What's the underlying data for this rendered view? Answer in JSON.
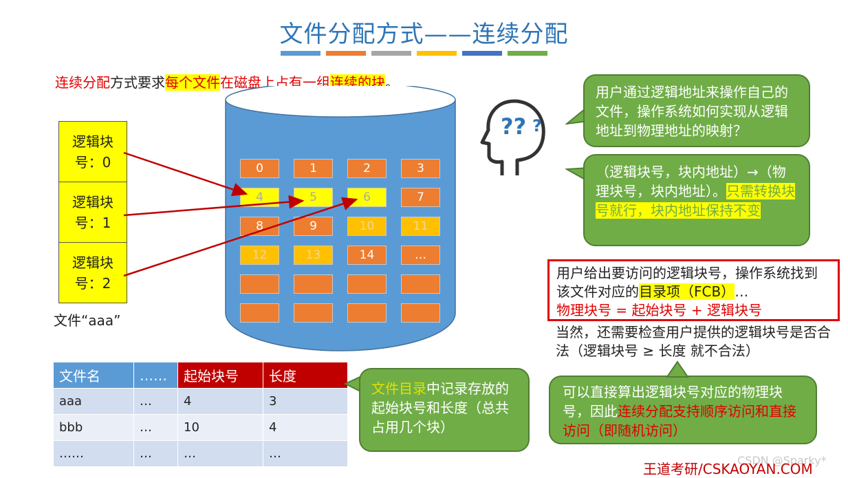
{
  "title": "文件分配方式——连续分配",
  "color_bars": [
    "#5b9bd5",
    "#ed7d31",
    "#a5a5a5",
    "#ffc000",
    "#4472c4",
    "#70ad47"
  ],
  "intro": {
    "part1": "连续分配",
    "part2": "方式要求",
    "part3": "每个文件",
    "part4": "在磁盘上占有一组",
    "part5": "连续的块",
    "part6": "。"
  },
  "logical_blocks": [
    {
      "line1": "逻辑块",
      "line2": "号：0"
    },
    {
      "line1": "逻辑块",
      "line2": "号：1"
    },
    {
      "line1": "逻辑块",
      "line2": "号：2"
    }
  ],
  "file_label": "文件“aaa”",
  "disk_blocks": [
    {
      "label": "0",
      "style": "orange"
    },
    {
      "label": "1",
      "style": "orange"
    },
    {
      "label": "2",
      "style": "orange"
    },
    {
      "label": "3",
      "style": "orange"
    },
    {
      "label": "4",
      "style": "yellow"
    },
    {
      "label": "5",
      "style": "yellow"
    },
    {
      "label": "6",
      "style": "yellow"
    },
    {
      "label": "7",
      "style": "orange"
    },
    {
      "label": "8",
      "style": "orange"
    },
    {
      "label": "9",
      "style": "orange"
    },
    {
      "label": "10",
      "style": "gold"
    },
    {
      "label": "11",
      "style": "gold"
    },
    {
      "label": "12",
      "style": "gold"
    },
    {
      "label": "13",
      "style": "gold"
    },
    {
      "label": "14",
      "style": "orange"
    },
    {
      "label": "…",
      "style": "orange"
    },
    {
      "label": "",
      "style": "orange"
    },
    {
      "label": "",
      "style": "orange"
    },
    {
      "label": "",
      "style": "orange"
    },
    {
      "label": "",
      "style": "orange"
    },
    {
      "label": "",
      "style": "orange"
    },
    {
      "label": "",
      "style": "orange"
    },
    {
      "label": "",
      "style": "orange"
    },
    {
      "label": "",
      "style": "orange"
    }
  ],
  "table": {
    "headers": [
      "文件名",
      "……",
      "起始块号",
      "长度"
    ],
    "rows": [
      [
        "aaa",
        "…",
        "4",
        "3"
      ],
      [
        "bbb",
        "…",
        "10",
        "4"
      ],
      [
        "……",
        "…",
        "…",
        "…"
      ]
    ]
  },
  "bubble_dir": {
    "hl": "文件目录",
    "rest": "中记录存放的起始块号和长度（总共占用几个块）"
  },
  "bubble_q": "用户通过逻辑地址来操作自己的文件，操作系统如何实现从逻辑地址到物理地址的映射？",
  "bubble_map": {
    "plain": "（逻辑块号，块内地址）→（物理块号，块内地址）。",
    "hl": "只需转换块号就行，块内地址保持不变"
  },
  "redbox": {
    "l1a": "用户给出要访问的逻辑块号，操作系统找到该文件对应的",
    "l1hl": "目录项（FCB）",
    "l1b": "…",
    "l2": "物理块号 = 起始块号 + 逻辑块号"
  },
  "check_text": "当然，还需要检查用户提供的逻辑块号是否合法（逻辑块号 ≥ 长度 就不合法）",
  "bubble_access": {
    "plain": "可以直接算出逻辑块号对应的物理块号，因此",
    "red": "连续分配支持顺序访问和直接访问（即随机访问）"
  },
  "footer": "王道考研/CSKAOYAN.COM",
  "watermark": "CSDN @Sparky*"
}
